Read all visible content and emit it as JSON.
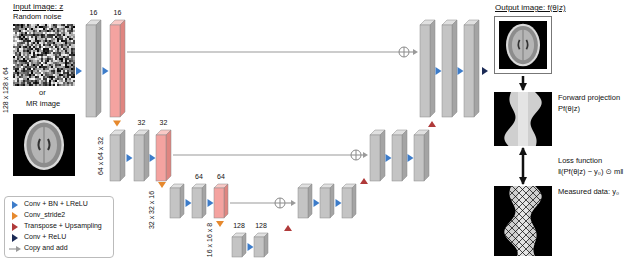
{
  "diagram": {
    "nodes": [
      {
        "text": [
          "16"
        ]
      },
      {
        "text": [
          "16"
        ]
      },
      {
        "text": [
          "32"
        ]
      },
      {
        "text": [
          "32"
        ]
      },
      {
        "text": [
          "64"
        ]
      },
      {
        "text": [
          "64"
        ]
      },
      {
        "text": [
          "128"
        ]
      },
      {
        "text": [
          "128"
        ]
      },
      {
        "text": [
          "Output image: f(θ|z)"
        ]
      },
      {
        "text": [
          "Forward projection",
          "Pf(θ|z)"
        ]
      },
      {
        "text": [
          "Measured data: y₀"
        ]
      }
    ],
    "edges": [
      {
        "from": 8,
        "to": 9,
        "arrow": "to"
      },
      {
        "from": 9,
        "to": 10,
        "arrow": "both"
      }
    ],
    "labels": [
      "Input image: z",
      "Random noise",
      "or",
      "MR image",
      "128 x 128 x 64",
      "64 x 64 x 32",
      "32 x 32 x 16",
      "16 x 16 x 8",
      "Loss function",
      "‖(Pf(θ|z) − y₀) ⊙ m‖"
    ],
    "legend": [
      {
        "text": "Conv + BN + LReLU",
        "color": "#3d7cc9"
      },
      {
        "text": "Conv_stride2",
        "color": "#e6892e"
      },
      {
        "text": "Transpose + Upsampling",
        "color": "#b03a3a"
      },
      {
        "text": "Conv + ReLU",
        "color": "#1b2a55"
      },
      {
        "text": "Copy and add"
      }
    ]
  }
}
